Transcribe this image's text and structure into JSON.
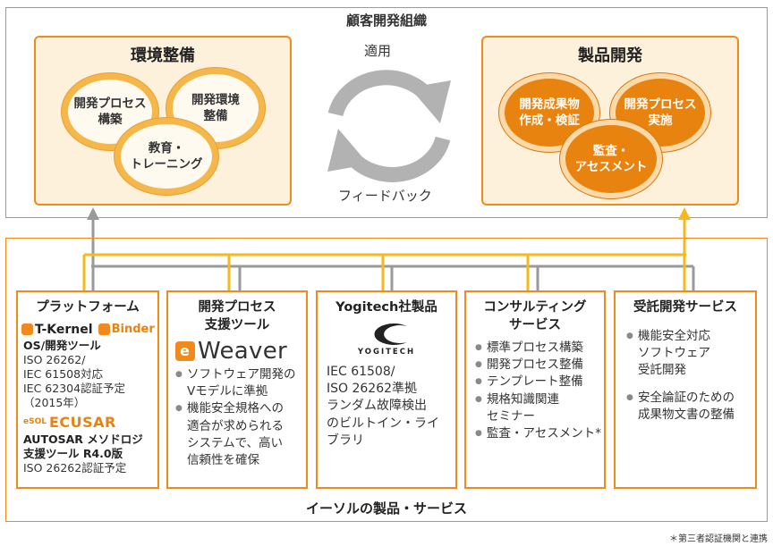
{
  "top": {
    "org_title": "顧客開発組織",
    "left_box": {
      "title": "環境整備",
      "circles": [
        "開発プロセス\n構築",
        "開発環境\n整備",
        "教育・\nトレーニング"
      ]
    },
    "right_box": {
      "title": "製品開発",
      "circles": [
        "開発成果物\n作成・検証",
        "開発プロセス\n実施",
        "監査・\nアセスメント"
      ]
    },
    "cycle": {
      "apply_label": "適用",
      "feedback_label": "フィードバック"
    }
  },
  "cards": {
    "platform": {
      "title": "プラットフォーム",
      "logo1": "T-Kernel",
      "logo2": "Binder",
      "os_title": "OS/開発ツール",
      "os_lines": [
        "ISO 26262/",
        "IEC 61508対応",
        "IEC 62304認証予定",
        "（2015年）"
      ],
      "logo3": "ECUSAR",
      "logo3_prefix": "eSOL",
      "autosar_title": "AUTOSAR メソドロジ\n支援ツール R4.0版",
      "autosar_note": "ISO 26262認証予定"
    },
    "process_tool": {
      "title": "開発プロセス\n支援ツール",
      "logo": "Weaver",
      "bullets": [
        "ソフトウェア開発の\nVモデルに準拠",
        "機能安全規格への\n適合が求められる\nシステムで、高い\n信頼性を確保"
      ]
    },
    "yogitech": {
      "title": "Yogitech社製品",
      "logo_text": "YOGITECH",
      "body": "IEC 61508/\nISO 26262準拠\nランダム故障検出\nのビルトイン・ライ\nブラリ"
    },
    "consulting": {
      "title": "コンサルティング\nサービス",
      "bullets": [
        "標準プロセス構築",
        "開発プロセス整備",
        "テンプレート整備",
        "規格知識関連\nセミナー",
        "監査・アセスメント*"
      ]
    },
    "contract": {
      "title": "受託開発サービス",
      "bullets": [
        "機能安全対応\nソフトウェア\n受託開発",
        "安全論証のための\n成果物文書の整備"
      ]
    }
  },
  "bottom": {
    "title": "イーソルの製品・サービス",
    "footnote": "＊第三者認証機関と連携"
  },
  "colors": {
    "orange": "#f08a1c",
    "light_orange": "#f5b74a",
    "gray": "#9a9a9a",
    "yellow_line": "#f7b81e"
  }
}
